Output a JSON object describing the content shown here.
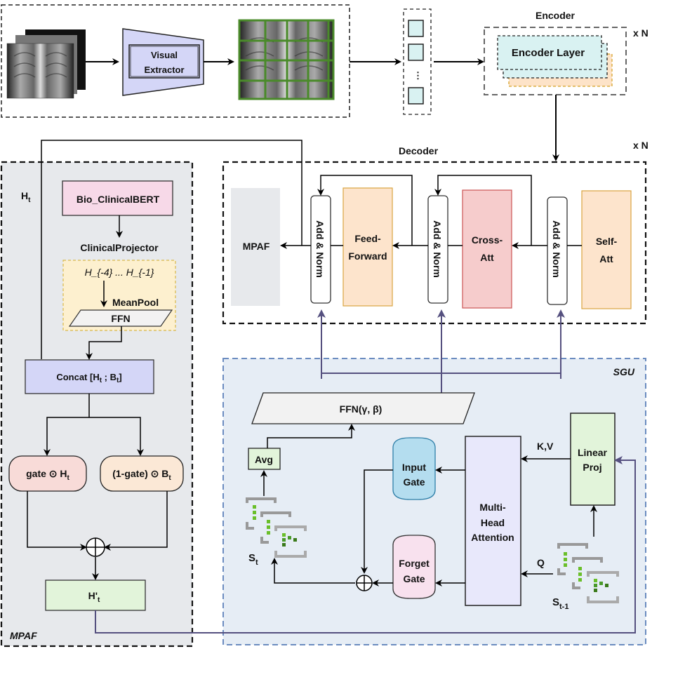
{
  "top": {
    "visual_extractor": [
      "Visual",
      "Extractor"
    ],
    "encoder_title": "Encoder",
    "encoder_layer": "Encoder Layer",
    "encoder_repeat": "x N",
    "token_ellipsis": "⋮"
  },
  "decoder": {
    "title": "Decoder",
    "repeat": "x N",
    "mpaf": "MPAF",
    "add_norm": "Add & Norm",
    "feed_forward": [
      "Feed-",
      "Forward"
    ],
    "cross_att": [
      "Cross-",
      "Att"
    ],
    "self_att": [
      "Self-",
      "Att"
    ]
  },
  "mpaf": {
    "label": "MPAF",
    "ht_label": "H",
    "ht_sub": "t",
    "bert": "Bio_ClinicalBERT",
    "projector": "ClinicalProjector",
    "hidden_layers": "H_{-4}  ...  H_{-1}",
    "meanpool": "MeanPool",
    "ffn": "FFN",
    "concat": "Concat [H",
    "concat_sub1": "t",
    "concat_mid": " ; B",
    "concat_sub2": "t",
    "concat_end": "]",
    "gate_h": "gate ⊙ H",
    "gate_h_sub": "t",
    "gate_b": "(1-gate) ⊙ B",
    "gate_b_sub": "t",
    "output": "H'",
    "output_sub": "t"
  },
  "sgu": {
    "label": "SGU",
    "ffn": "FFN(γ, β)",
    "avg": "Avg",
    "input_gate": [
      "Input",
      "Gate"
    ],
    "forget_gate": [
      "Forget",
      "Gate"
    ],
    "mha": [
      "Multi-",
      "Head",
      "Attention"
    ],
    "linear_proj": [
      "Linear",
      "Proj"
    ],
    "kv": "K,V",
    "q": "Q",
    "st": "S",
    "st_sub": "t",
    "st1": "S",
    "st1_sub": "t-1"
  },
  "colors": {
    "visual_extractor": "#d4d6f7",
    "encoder_layer": "#d9f2f2",
    "encoder_layer_back": "#fde3c8",
    "mpaf_bg": "#e7e9ec",
    "bert": "#f7d9e8",
    "projector_bg": "#fdf0cf",
    "concat": "#d4d6f7",
    "gate_h": "#f8dbd8",
    "gate_b": "#fbe8d6",
    "output": "#e2f4da",
    "feed_forward": "#fde4cc",
    "cross_att": "#f6cccc",
    "self_att": "#fde4cc",
    "sgu_bg": "#e6edf5",
    "input_gate": "#b4ddef",
    "forget_gate": "#f8e1ee",
    "mha": "#e8e8fb",
    "linear_proj": "#e2f4da",
    "purple_line": "#55507f",
    "grid_green": "#4a8a2a"
  }
}
